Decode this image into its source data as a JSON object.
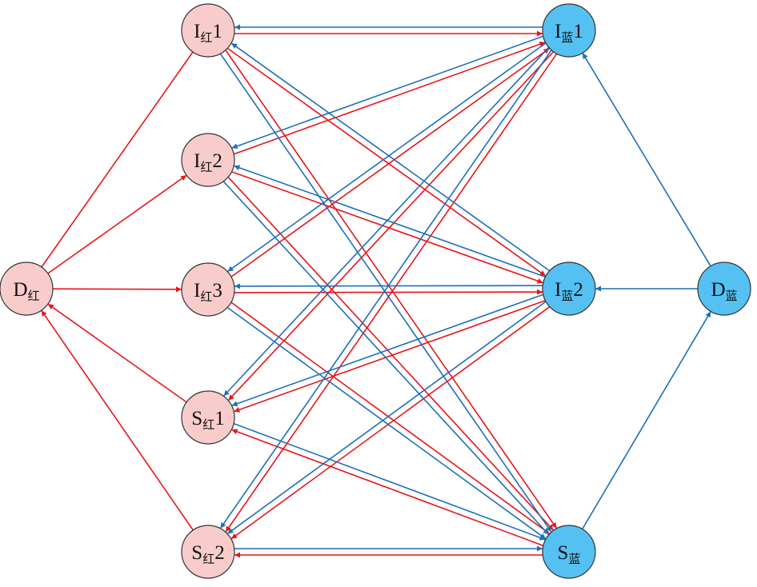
{
  "colors": {
    "red_node_fill": "#f9cccc",
    "blue_node_fill": "#55c1f3",
    "red_edge": "#e8141a",
    "blue_edge": "#1d6fb9",
    "node_stroke": "#333333"
  },
  "nodes": [
    {
      "id": "D_red",
      "main": "D",
      "sub": "红",
      "side": "red"
    },
    {
      "id": "I_red_1",
      "main": "I",
      "sub": "红",
      "suffix": "1",
      "side": "red"
    },
    {
      "id": "I_red_2",
      "main": "I",
      "sub": "红",
      "suffix": "2",
      "side": "red"
    },
    {
      "id": "I_red_3",
      "main": "I",
      "sub": "红",
      "suffix": "3",
      "side": "red"
    },
    {
      "id": "S_red_1",
      "main": "S",
      "sub": "红",
      "suffix": "1",
      "side": "red"
    },
    {
      "id": "S_red_2",
      "main": "S",
      "sub": "红",
      "suffix": "2",
      "side": "red"
    },
    {
      "id": "I_blue_1",
      "main": "I",
      "sub": "蓝",
      "suffix": "1",
      "side": "blue"
    },
    {
      "id": "I_blue_2",
      "main": "I",
      "sub": "蓝",
      "suffix": "2",
      "side": "blue"
    },
    {
      "id": "S_blue",
      "main": "S",
      "sub": "蓝",
      "side": "blue"
    },
    {
      "id": "D_blue",
      "main": "D",
      "sub": "蓝",
      "side": "blue"
    }
  ],
  "edges": [
    {
      "from": "D_red",
      "to": "I_red_1",
      "color": "red",
      "arrow": false
    },
    {
      "from": "D_red",
      "to": "I_red_2",
      "color": "red",
      "arrow": true
    },
    {
      "from": "D_red",
      "to": "I_red_3",
      "color": "red",
      "arrow": true
    },
    {
      "from": "S_red_1",
      "to": "D_red",
      "color": "red",
      "arrow": true
    },
    {
      "from": "S_red_2",
      "to": "D_red",
      "color": "red",
      "arrow": true
    },
    {
      "from": "D_blue",
      "to": "I_blue_1",
      "color": "blue",
      "arrow": true
    },
    {
      "from": "D_blue",
      "to": "I_blue_2",
      "color": "blue",
      "arrow": true
    },
    {
      "from": "S_blue",
      "to": "D_blue",
      "color": "blue",
      "arrow": true
    },
    {
      "from": "I_red_1",
      "to": "I_blue_1",
      "color": "red",
      "arrow": true
    },
    {
      "from": "I_red_1",
      "to": "I_blue_2",
      "color": "red",
      "arrow": true
    },
    {
      "from": "I_red_1",
      "to": "S_blue",
      "color": "red",
      "arrow": true
    },
    {
      "from": "I_red_2",
      "to": "I_blue_1",
      "color": "red",
      "arrow": true
    },
    {
      "from": "I_red_2",
      "to": "I_blue_2",
      "color": "red",
      "arrow": true
    },
    {
      "from": "I_red_2",
      "to": "S_blue",
      "color": "red",
      "arrow": true
    },
    {
      "from": "I_red_3",
      "to": "I_blue_1",
      "color": "red",
      "arrow": true
    },
    {
      "from": "I_red_3",
      "to": "I_blue_2",
      "color": "red",
      "arrow": true
    },
    {
      "from": "I_red_3",
      "to": "S_blue",
      "color": "red",
      "arrow": true
    },
    {
      "from": "I_blue_1",
      "to": "S_red_1",
      "color": "red",
      "arrow": true
    },
    {
      "from": "I_blue_1",
      "to": "S_red_2",
      "color": "red",
      "arrow": true
    },
    {
      "from": "I_blue_2",
      "to": "S_red_1",
      "color": "red",
      "arrow": true
    },
    {
      "from": "I_blue_2",
      "to": "S_red_2",
      "color": "red",
      "arrow": true
    },
    {
      "from": "S_blue",
      "to": "S_red_1",
      "color": "red",
      "arrow": true
    },
    {
      "from": "S_blue",
      "to": "S_red_2",
      "color": "red",
      "arrow": true
    },
    {
      "from": "I_blue_1",
      "to": "I_red_1",
      "color": "blue",
      "arrow": true
    },
    {
      "from": "I_blue_1",
      "to": "I_red_2",
      "color": "blue",
      "arrow": true
    },
    {
      "from": "I_blue_1",
      "to": "I_red_3",
      "color": "blue",
      "arrow": true
    },
    {
      "from": "I_blue_2",
      "to": "I_red_1",
      "color": "blue",
      "arrow": true
    },
    {
      "from": "I_blue_2",
      "to": "I_red_2",
      "color": "blue",
      "arrow": true
    },
    {
      "from": "I_blue_2",
      "to": "I_red_3",
      "color": "blue",
      "arrow": true
    },
    {
      "from": "I_blue_1",
      "to": "S_red_1",
      "color": "blue",
      "arrow": true
    },
    {
      "from": "I_blue_1",
      "to": "S_red_2",
      "color": "blue",
      "arrow": true
    },
    {
      "from": "I_blue_2",
      "to": "S_red_1",
      "color": "blue",
      "arrow": true
    },
    {
      "from": "I_blue_2",
      "to": "S_red_2",
      "color": "blue",
      "arrow": true
    },
    {
      "from": "I_red_1",
      "to": "S_blue",
      "color": "blue",
      "arrow": true
    },
    {
      "from": "I_red_2",
      "to": "S_blue",
      "color": "blue",
      "arrow": true
    },
    {
      "from": "I_red_3",
      "to": "S_blue",
      "color": "blue",
      "arrow": true
    },
    {
      "from": "S_red_1",
      "to": "S_blue",
      "color": "blue",
      "arrow": true
    },
    {
      "from": "S_red_2",
      "to": "S_blue",
      "color": "blue",
      "arrow": true
    }
  ]
}
